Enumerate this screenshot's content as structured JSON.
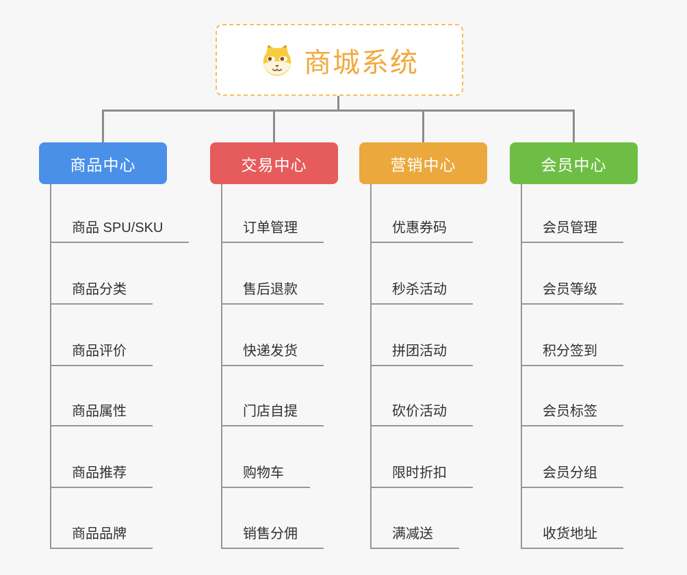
{
  "root": {
    "title": "商城系统",
    "icon": "dog-icon"
  },
  "colors": {
    "background": "#F7F7F7",
    "root_text": "#F1A93E",
    "root_border": "#F6BC60",
    "connector": "#8C8C8C",
    "underline": "#969696",
    "item_text": "#303030"
  },
  "branches": [
    {
      "label": "商品中心",
      "color": "#4A90E8",
      "items": [
        "商品 SPU/SKU",
        "商品分类",
        "商品评价",
        "商品属性",
        "商品推荐",
        "商品品牌"
      ]
    },
    {
      "label": "交易中心",
      "color": "#E65C5C",
      "items": [
        "订单管理",
        "售后退款",
        "快递发货",
        "门店自提",
        "购物车",
        "销售分佣"
      ]
    },
    {
      "label": "营销中心",
      "color": "#EBA83C",
      "items": [
        "优惠券码",
        "秒杀活动",
        "拼团活动",
        "砍价活动",
        "限时折扣",
        "满减送"
      ]
    },
    {
      "label": "会员中心",
      "color": "#6EBE45",
      "items": [
        "会员管理",
        "会员等级",
        "积分签到",
        "会员标签",
        "会员分组",
        "收货地址"
      ]
    }
  ]
}
